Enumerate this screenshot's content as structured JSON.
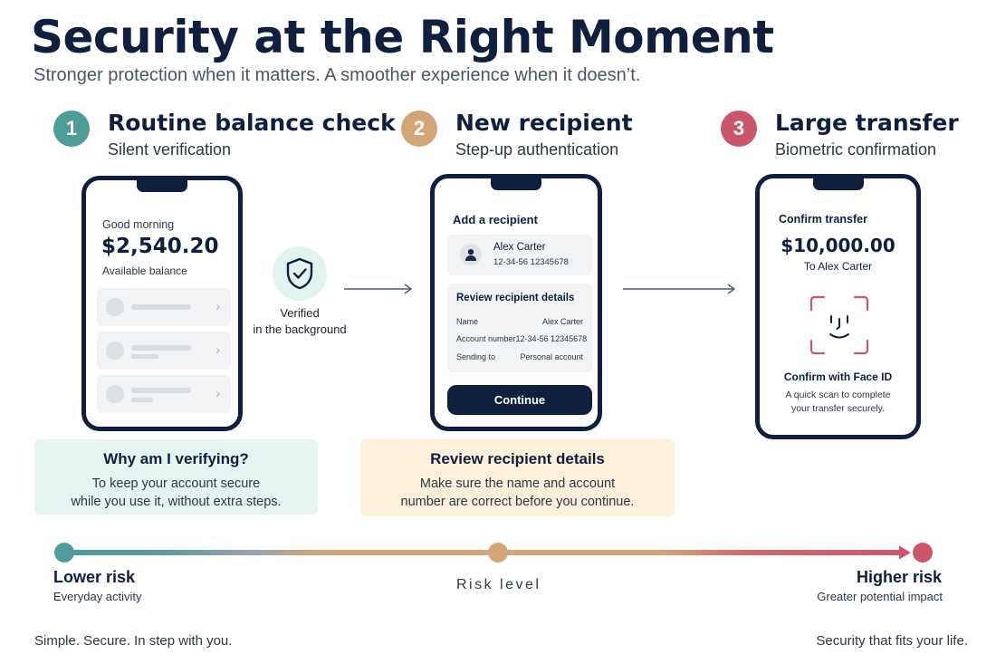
{
  "header": {
    "title": "Security at the Right Moment",
    "subtitle": "Stronger protection when it matters. A smoother experience when it doesn’t."
  },
  "colors": {
    "navy": "#0f1f3d",
    "teal": "#4f9c98",
    "tan": "#d3a679",
    "red": "#c9566a"
  },
  "steps": [
    {
      "number": "1",
      "title": "Routine balance check",
      "subtitle": "Silent verification"
    },
    {
      "number": "2",
      "title": "New recipient",
      "subtitle": "Step-up authentication"
    },
    {
      "number": "3",
      "title": "Large transfer",
      "subtitle": "Biometric confirmation"
    }
  ],
  "phone1": {
    "greeting": "Good morning",
    "balance": "$2,540.20",
    "balance_label": "Available balance"
  },
  "verified": {
    "icon": "shield-check-icon",
    "line1": "Verified",
    "line2": "in the background"
  },
  "phone2": {
    "heading": "Add a recipient",
    "recipient_name": "Alex Carter",
    "recipient_account": "12-34-56  12345678",
    "details_title": "Review recipient details",
    "details": [
      {
        "key": "Name",
        "value": "Alex Carter"
      },
      {
        "key": "Account number",
        "value": "12-34-56 12345678"
      },
      {
        "key": "Sending to",
        "value": "Personal account"
      }
    ],
    "button": "Continue"
  },
  "phone3": {
    "heading": "Confirm transfer",
    "amount": "$10,000.00",
    "to": "To Alex Carter",
    "icon": "face-id-icon",
    "confirm": "Confirm with Face ID",
    "scan_line1": "A quick scan to complete",
    "scan_line2": "your transfer securely."
  },
  "callouts": [
    {
      "title": "Why am I verifying?",
      "line1": "To keep your account secure",
      "line2": "while you use it, without extra steps."
    },
    {
      "title": "Review recipient details",
      "line1": "Make sure the name and account",
      "line2": "number are correct before you continue."
    }
  ],
  "risk": {
    "low_label": "Lower risk",
    "low_sub": "Everyday activity",
    "mid_label": "Risk level",
    "high_label": "Higher risk",
    "high_sub": "Greater potential impact"
  },
  "footer": {
    "left": "Simple. Secure. In step with you.",
    "right": "Security that fits your life."
  }
}
